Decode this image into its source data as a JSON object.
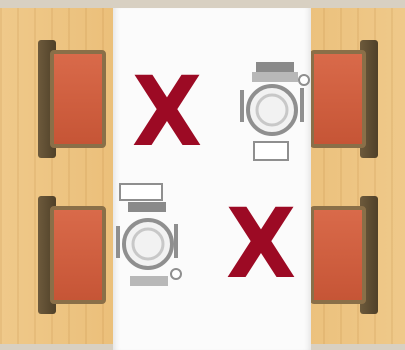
{
  "game": {
    "view": "restaurant-table-top-down",
    "table_color": "#fbfbfb",
    "floor_color": "#e8b86e",
    "seats": [
      {
        "position": "top-left",
        "state": "unavailable",
        "mark": "X"
      },
      {
        "position": "top-right",
        "state": "place-setting",
        "icon": "place-setting-icon"
      },
      {
        "position": "bottom-left",
        "state": "place-setting",
        "icon": "place-setting-icon"
      },
      {
        "position": "bottom-right",
        "state": "unavailable",
        "mark": "X"
      }
    ],
    "chairs": [
      {
        "side": "left",
        "row": "top",
        "icon": "chair-icon",
        "cushion_color": "#d96a4a"
      },
      {
        "side": "left",
        "row": "bottom",
        "icon": "chair-icon",
        "cushion_color": "#d96a4a"
      },
      {
        "side": "right",
        "row": "top",
        "icon": "chair-icon",
        "cushion_color": "#d96a4a"
      },
      {
        "side": "right",
        "row": "bottom",
        "icon": "chair-icon",
        "cushion_color": "#d96a4a"
      }
    ],
    "mark_color": "#9c0a24"
  }
}
